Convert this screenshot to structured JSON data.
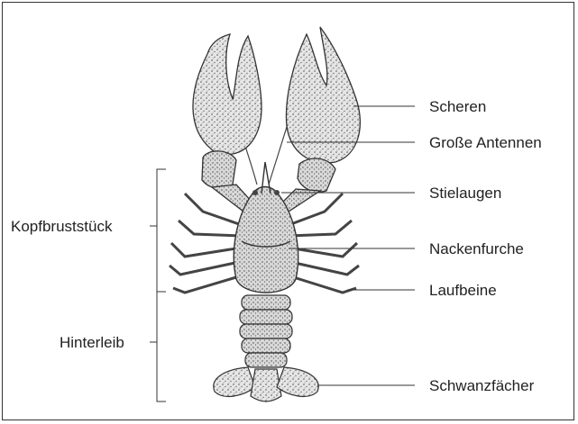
{
  "labels": {
    "right": [
      "Scheren",
      "Große Antennen",
      "Stielaugen",
      "Nackenfurche",
      "Laufbeine",
      "Schwanzfächer"
    ],
    "left": [
      "Kopfbruststück",
      "Hinterleib"
    ]
  },
  "colors": {
    "ink": "#222222",
    "body_fill": "#d6d6d6",
    "claw_fill": "#dcdcdc",
    "line": "#333333"
  }
}
